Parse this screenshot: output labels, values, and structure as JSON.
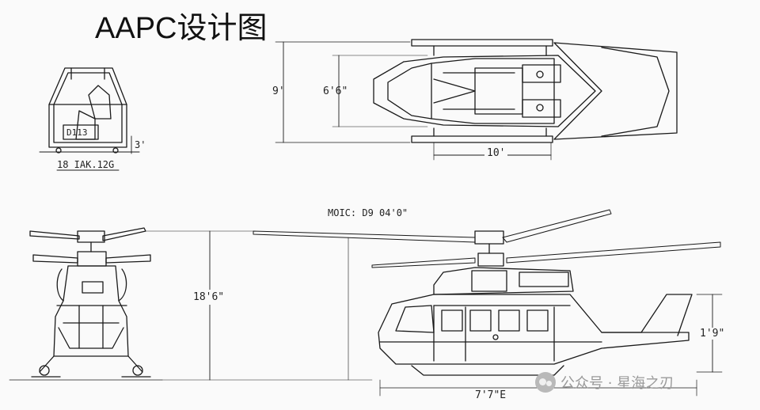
{
  "title": "AAPC设计图",
  "labels": {
    "cabin_box": "D113",
    "cabin_height": "3'",
    "cabin_caption": "18  IAK.12G",
    "top_width_outer": "9'",
    "top_width_inner": "6'6\"",
    "top_length": "10'",
    "side_caption": "MOIC: D9  04'0\"",
    "front_height": "18'6\"",
    "tail_height": "1'9\"",
    "side_length": "7'7\"E"
  },
  "watermark": {
    "icon": "wechat-icon",
    "text": "公众号 · 星海之刃"
  }
}
